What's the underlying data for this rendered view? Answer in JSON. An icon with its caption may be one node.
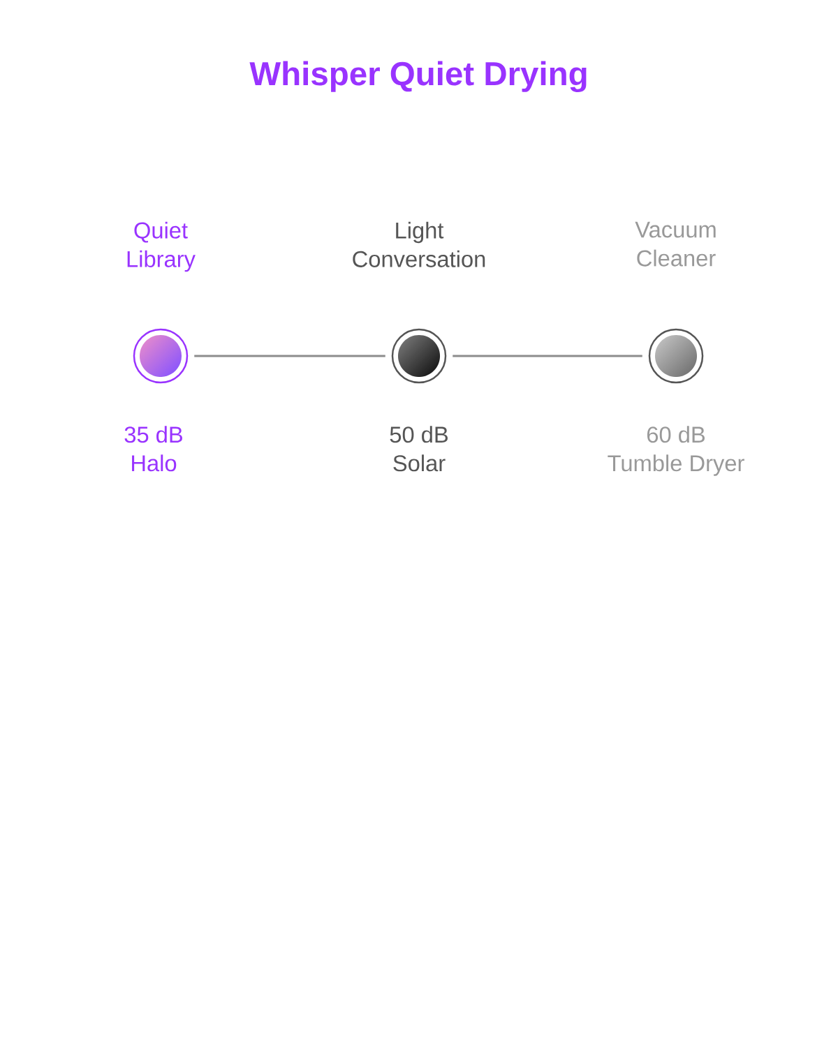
{
  "diagram": {
    "title": "Whisper Quiet Drying",
    "nodes": [
      {
        "text": [],
        "shape": "circle",
        "beside": [
          "Quiet Library",
          "35 dB",
          "Halo"
        ]
      },
      {
        "text": [],
        "shape": "circle",
        "beside": [
          "Light Conversation",
          "50 dB",
          "Solar"
        ]
      },
      {
        "text": [],
        "shape": "circle",
        "beside": [
          "Vacuum Cleaner",
          "60 dB",
          "Tumble Dryer"
        ]
      }
    ],
    "edges": [
      {
        "from": 0,
        "to": 1,
        "arrow": "none"
      },
      {
        "from": 1,
        "to": 2,
        "arrow": "none"
      }
    ]
  }
}
